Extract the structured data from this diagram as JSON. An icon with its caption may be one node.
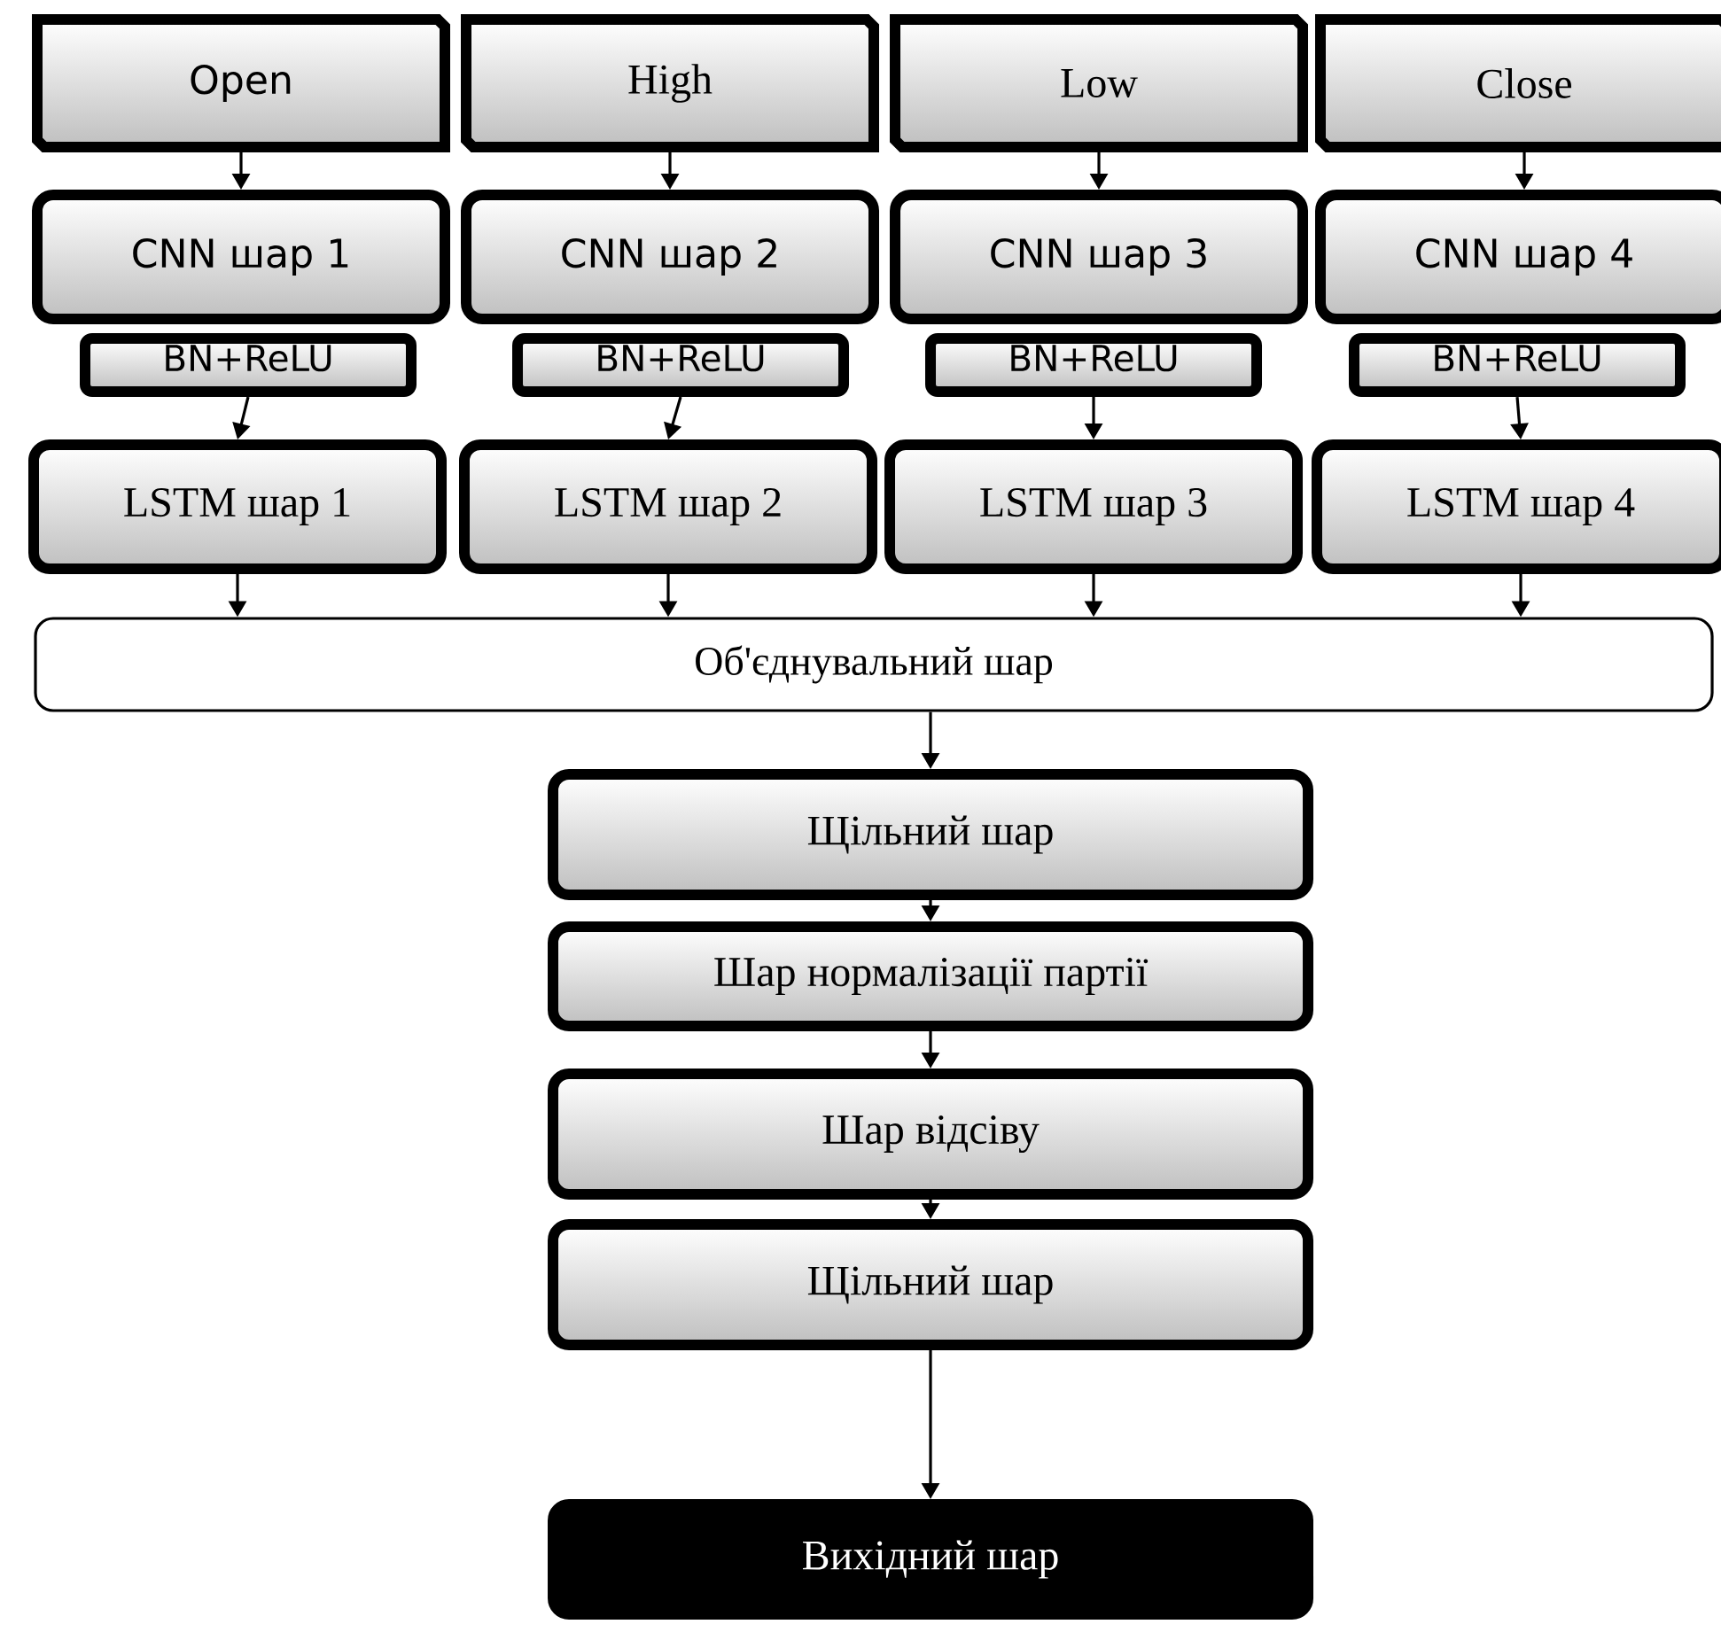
{
  "diagram": {
    "nodes": [
      {
        "text": [
          "Open"
        ]
      },
      {
        "text": [
          "High"
        ]
      },
      {
        "text": [
          "Low"
        ]
      },
      {
        "text": [
          "Close"
        ]
      },
      {
        "text": [
          "CNN шар 1"
        ]
      },
      {
        "text": [
          "CNN шар 2"
        ]
      },
      {
        "text": [
          "CNN шар 3"
        ]
      },
      {
        "text": [
          "CNN шар 4"
        ]
      },
      {
        "text": [
          "BN+ReLU"
        ]
      },
      {
        "text": [
          "BN+ReLU"
        ]
      },
      {
        "text": [
          "BN+ReLU"
        ]
      },
      {
        "text": [
          "BN+ReLU"
        ]
      },
      {
        "text": [
          "LSTM шар 1"
        ]
      },
      {
        "text": [
          "LSTM шар 2"
        ]
      },
      {
        "text": [
          "LSTM шар 3"
        ]
      },
      {
        "text": [
          "LSTM шар 4"
        ]
      },
      {
        "text": [
          "Об'єднувальний шар"
        ]
      },
      {
        "text": [
          "Щільний шар"
        ]
      },
      {
        "text": [
          "Шар нормалізації партії"
        ]
      },
      {
        "text": [
          "Шар відсіву"
        ]
      },
      {
        "text": [
          "Щільний шар"
        ]
      },
      {
        "text": [
          "Вихідний шар"
        ]
      }
    ],
    "edges": [
      {
        "from": 0,
        "to": 4,
        "arrow": "to"
      },
      {
        "from": 1,
        "to": 5,
        "arrow": "to"
      },
      {
        "from": 2,
        "to": 6,
        "arrow": "to"
      },
      {
        "from": 3,
        "to": 7,
        "arrow": "to"
      },
      {
        "from": 8,
        "to": 12,
        "arrow": "to"
      },
      {
        "from": 9,
        "to": 13,
        "arrow": "to"
      },
      {
        "from": 10,
        "to": 14,
        "arrow": "to"
      },
      {
        "from": 11,
        "to": 15,
        "arrow": "to"
      },
      {
        "from": 12,
        "to": 16,
        "arrow": "to"
      },
      {
        "from": 13,
        "to": 16,
        "arrow": "to"
      },
      {
        "from": 14,
        "to": 16,
        "arrow": "to"
      },
      {
        "from": 15,
        "to": 16,
        "arrow": "to"
      },
      {
        "from": 16,
        "to": 17,
        "arrow": "to"
      },
      {
        "from": 17,
        "to": 18,
        "arrow": "to"
      },
      {
        "from": 18,
        "to": 19,
        "arrow": "to"
      },
      {
        "from": 19,
        "to": 20,
        "arrow": "to"
      },
      {
        "from": 20,
        "to": 21,
        "arrow": "to"
      }
    ]
  }
}
